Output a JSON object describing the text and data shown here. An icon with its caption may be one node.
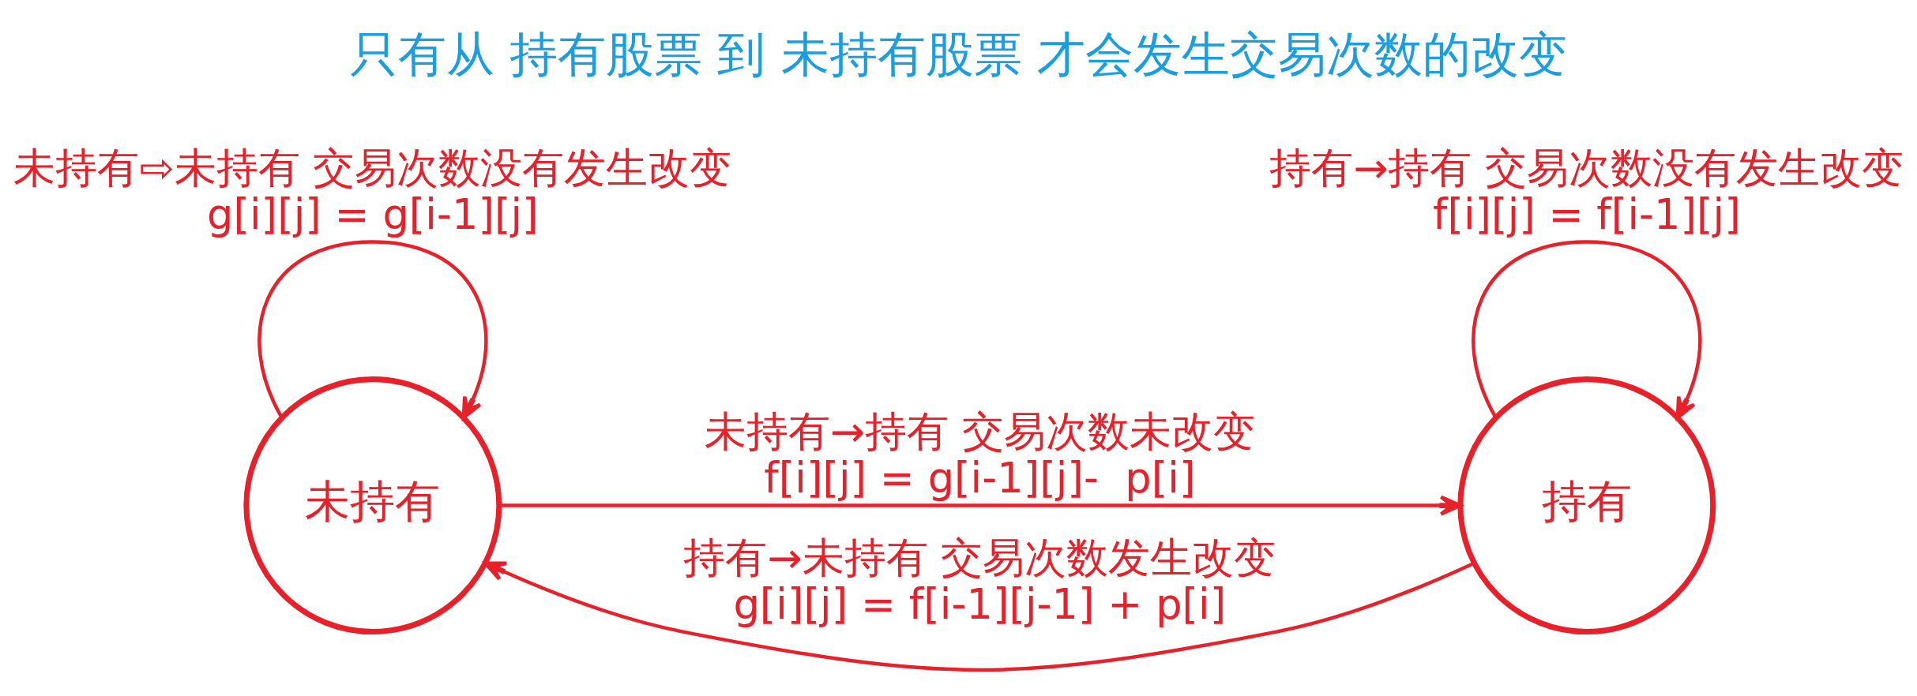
{
  "diagram": {
    "title": "只有从 持有股票 到 未持有股票 才会发生交易次数的改变",
    "nodes": [
      {
        "text": [
          "未持有"
        ]
      },
      {
        "text": [
          "持有"
        ]
      }
    ],
    "edges": [
      {
        "from": 0,
        "to": 0,
        "arrow": "to",
        "label": "未持有⇨未持有 交易次数没有发生改变 g[i][j] = g[i-1][j]"
      },
      {
        "from": 0,
        "to": 1,
        "arrow": "to",
        "label": "未持有→持有 交易次数未改变 f[i][j] = g[i-1][j]-  p[i]"
      },
      {
        "from": 1,
        "to": 1,
        "arrow": "to",
        "label": "持有→持有 交易次数没有发生改变 f[i][j] = f[i-1][j]"
      },
      {
        "from": 1,
        "to": 0,
        "arrow": "to",
        "label": "持有→未持有 交易次数发生改变 g[i][j] = f[i-1][j-1] + p[i]"
      }
    ]
  }
}
